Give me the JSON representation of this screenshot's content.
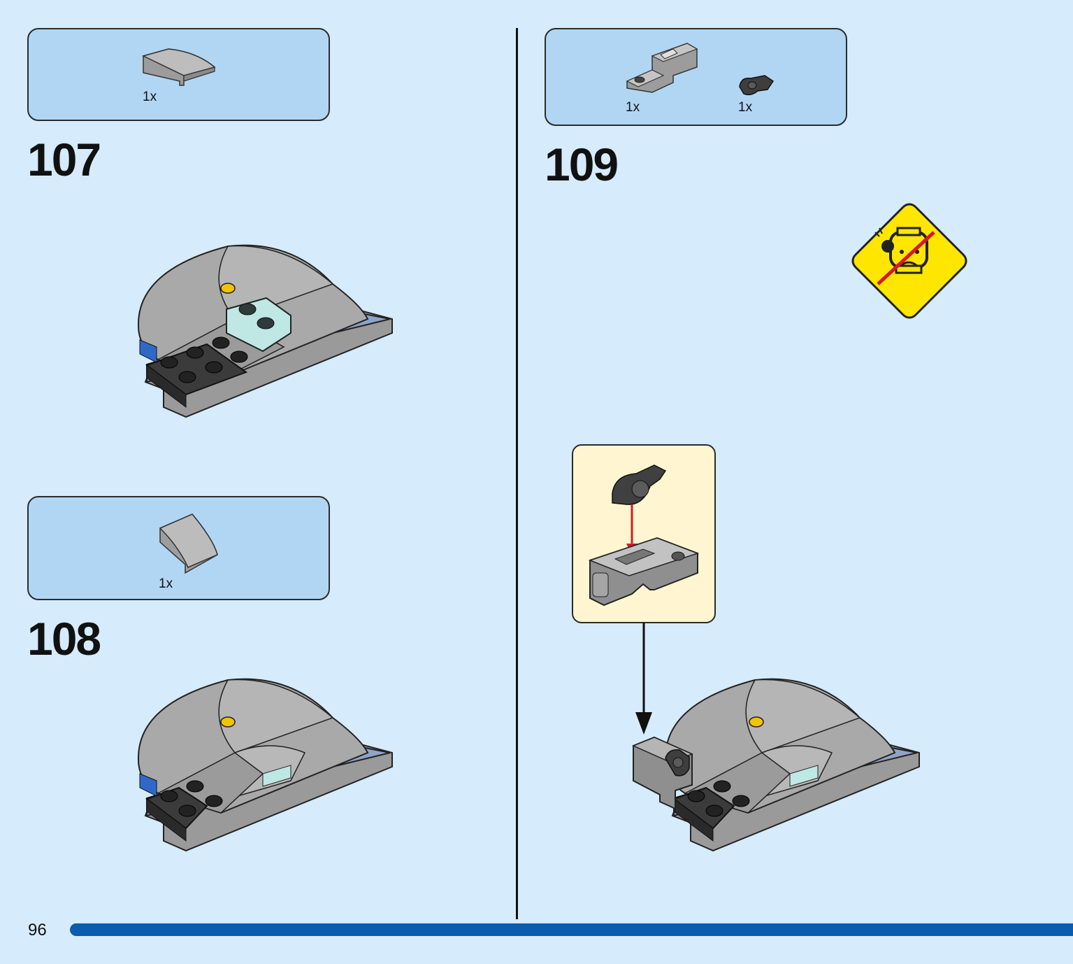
{
  "page": {
    "number": "96",
    "progress": 1.0
  },
  "steps": [
    {
      "number": "107",
      "parts": [
        {
          "qty": "1x",
          "part": "curved-slope-icon"
        }
      ]
    },
    {
      "number": "108",
      "parts": [
        {
          "qty": "1x",
          "part": "curved-wedge-icon"
        }
      ]
    },
    {
      "number": "109",
      "parts": [
        {
          "qty": "1x",
          "part": "bracket-plate-icon"
        },
        {
          "qty": "1x",
          "part": "clip-hinge-icon"
        }
      ],
      "warning": "no-minifig-head-icon"
    }
  ],
  "colors": {
    "background": "#d6ebfb",
    "parts_box": "#b1d6f4",
    "sub_box": "#fff6d1",
    "progress": "#0a5cae",
    "warning": "#ffe600",
    "arrow_red": "#d7192a",
    "dark_gray": "#3b3b3b",
    "light_gray": "#a8a8a8"
  }
}
